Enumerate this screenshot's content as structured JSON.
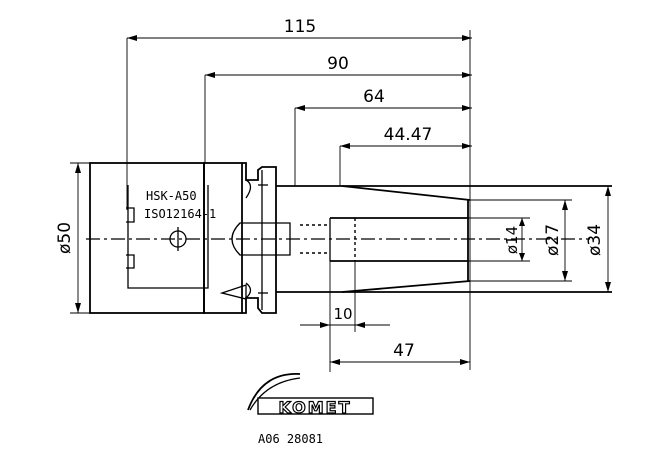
{
  "dimensions": {
    "length_115": "115",
    "length_90": "90",
    "length_64": "64",
    "length_44_47": "44.47",
    "length_10": "10",
    "length_47": "47",
    "diameter_50": "ø50",
    "diameter_14": "ø14",
    "diameter_27": "ø27",
    "diameter_34": "ø34"
  },
  "labels": {
    "interface": "HSK-A50",
    "standard": "ISO12164-1"
  },
  "brand": {
    "logo_text": "KOMET",
    "drawing_number": "A06 28081"
  }
}
